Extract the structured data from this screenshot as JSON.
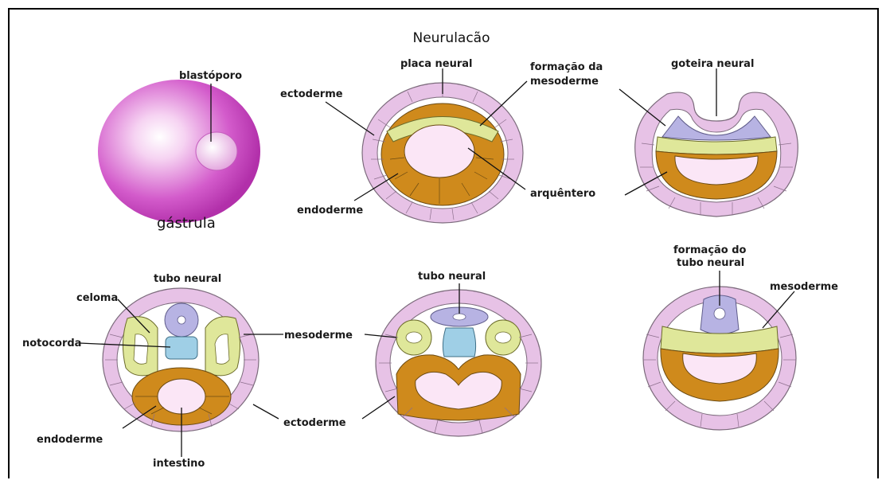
{
  "title": "Neurulacão",
  "gastrula": {
    "caption": "gástrula",
    "label_blastoporo": "blastóporo"
  },
  "stage1": {
    "label_placa_neural": "placa neural",
    "label_ectoderme": "ectoderme",
    "label_formacao_line1": "formação da",
    "label_formacao_line2": "mesoderme",
    "label_endoderme": "endoderme",
    "label_arquentero": "arquêntero"
  },
  "stage2": {
    "label_goteira": "goteira neural"
  },
  "stage3": {
    "label_tubo_neural": "tubo neural",
    "label_celoma": "celoma",
    "label_notocorda": "notocorda",
    "label_endoderme": "endoderme",
    "label_intestino": "intestino"
  },
  "stage4": {
    "label_tubo_neural": "tubo neural",
    "label_mesoderme": "mesoderme",
    "label_ectoderme": "ectoderme"
  },
  "stage5": {
    "label_formacao_line1": "formação do",
    "label_formacao_line2": "tubo neural",
    "label_mesoderme": "mesoderme"
  },
  "colors": {
    "ectoderm": "#e7c2e6",
    "mesoderm": "#dfe79a",
    "endoderm": "#cf8a1c",
    "cavity": "#fbe6f6",
    "neural": "#b7b3e3",
    "notochord": "#9fcfe6",
    "gastrula": "#c93ec2"
  }
}
